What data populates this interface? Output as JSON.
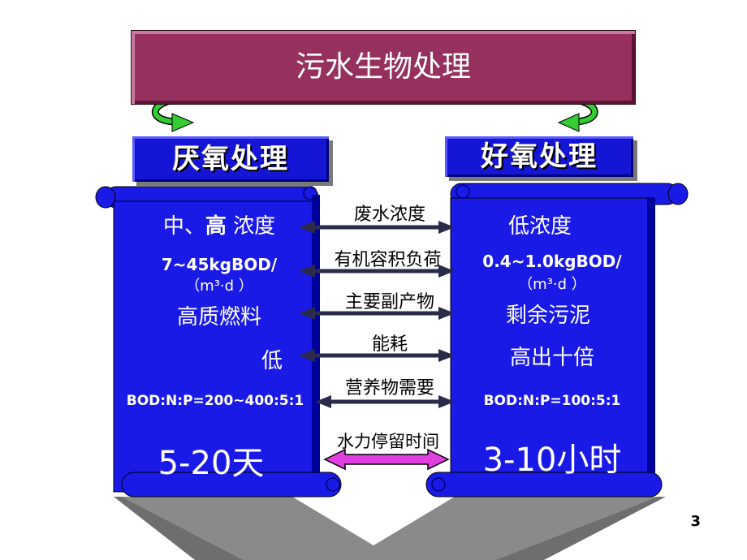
{
  "title": "污水生物处理",
  "left": {
    "header": "厌氧处理",
    "concentration_a": "中、",
    "concentration_b": "高",
    "concentration_c": " 浓度",
    "load_line1": "7~45kgBOD/",
    "load_line2": "（m³·d ）",
    "byproduct": "高质燃料",
    "energy": "低",
    "nutrient": "BOD:N:P=200~400:5:1",
    "retention": "5-20天"
  },
  "right": {
    "header": "好氧处理",
    "concentration": "低浓度",
    "load_line1": "0.4~1.0kgBOD/",
    "load_line2": "（m³·d ）",
    "byproduct": "剩余污泥",
    "energy": "高出十倍",
    "nutrient": "BOD:N:P=100:5:1",
    "retention": "3-10小时"
  },
  "middle": {
    "labels": [
      "废水浓度",
      "有机容积负荷",
      "主要副产物",
      "能耗",
      "营养物需要",
      "水力停留时间"
    ]
  },
  "page_number": "3",
  "colors": {
    "title_bg": "#96305e",
    "scroll_blue": "#1a1ae6",
    "header_blue": "#1515d6",
    "arrow_green": "#33cc33",
    "retention_arrow": "#e040e0",
    "funnel_gray": "#8a8a8a"
  }
}
